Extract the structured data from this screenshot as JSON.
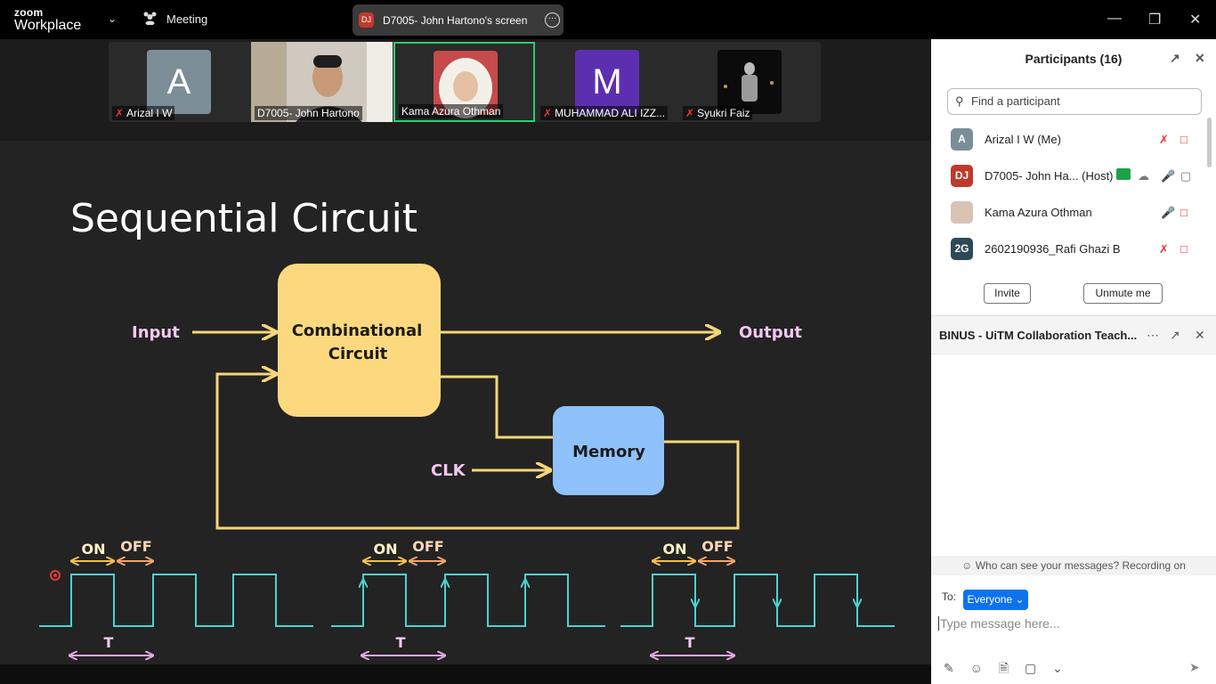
{
  "titlebar": {
    "logo_top": "zoom",
    "logo_bottom": "Workplace",
    "meeting_label": "Meeting",
    "share_avatar": "DJ",
    "share_label": "D7005- John Hartono's screen"
  },
  "tiles": [
    {
      "name": "Arizal I W",
      "avatar": "A",
      "avatar_color": "#7b8e97",
      "muted": true
    },
    {
      "name": "D7005- John Hartono",
      "avatar": "",
      "muted": false
    },
    {
      "name": "Kama Azura Othman",
      "avatar": "",
      "muted": false,
      "active": true
    },
    {
      "name": "MUHAMMAD ALI IZZ...",
      "avatar": "M",
      "avatar_color": "#5c2fb0",
      "muted": true
    },
    {
      "name": "Syukri Faiz",
      "avatar": "",
      "muted": true
    }
  ],
  "slide": {
    "title": "Sequential Circuit",
    "input_label": "Input",
    "output_label": "Output",
    "comb_line1": "Combinational",
    "comb_line2": "Circuit",
    "memory_label": "Memory",
    "clk_label": "CLK",
    "on_label": "ON",
    "off_label": "OFF",
    "t_label": "T"
  },
  "participants": {
    "title": "Participants (16)",
    "search_placeholder": "Find a participant",
    "list": [
      {
        "avatar": "A",
        "color": "#7b8e97",
        "name": "Arizal I W (Me)"
      },
      {
        "avatar": "DJ",
        "color": "#c0392b",
        "name": "D7005- John Ha...  (Host)"
      },
      {
        "avatar": "",
        "color": "#d8c3b4",
        "name": "Kama Azura Othman"
      },
      {
        "avatar": "2G",
        "color": "#2f4858",
        "name": "2602190936_Rafi Ghazi B"
      }
    ],
    "invite_label": "Invite",
    "unmute_label": "Unmute me"
  },
  "chat": {
    "title": "BINUS - UiTM Collaboration Teach...",
    "notice": "Who can see your messages? Recording on",
    "to_label": "To:",
    "recipient": "Everyone",
    "placeholder": "Type message here..."
  },
  "colors": {
    "accent": "#0e72ed",
    "comb_box": "#fcd97f",
    "memory_box": "#8fc1fb",
    "wire": "#f5d67a",
    "wave": "#4fd1d1",
    "on_arrow": "#f2c14e",
    "off_arrow": "#f0a46a",
    "t_arrow": "#e9a6ea",
    "active_tile": "#2ecc71"
  }
}
